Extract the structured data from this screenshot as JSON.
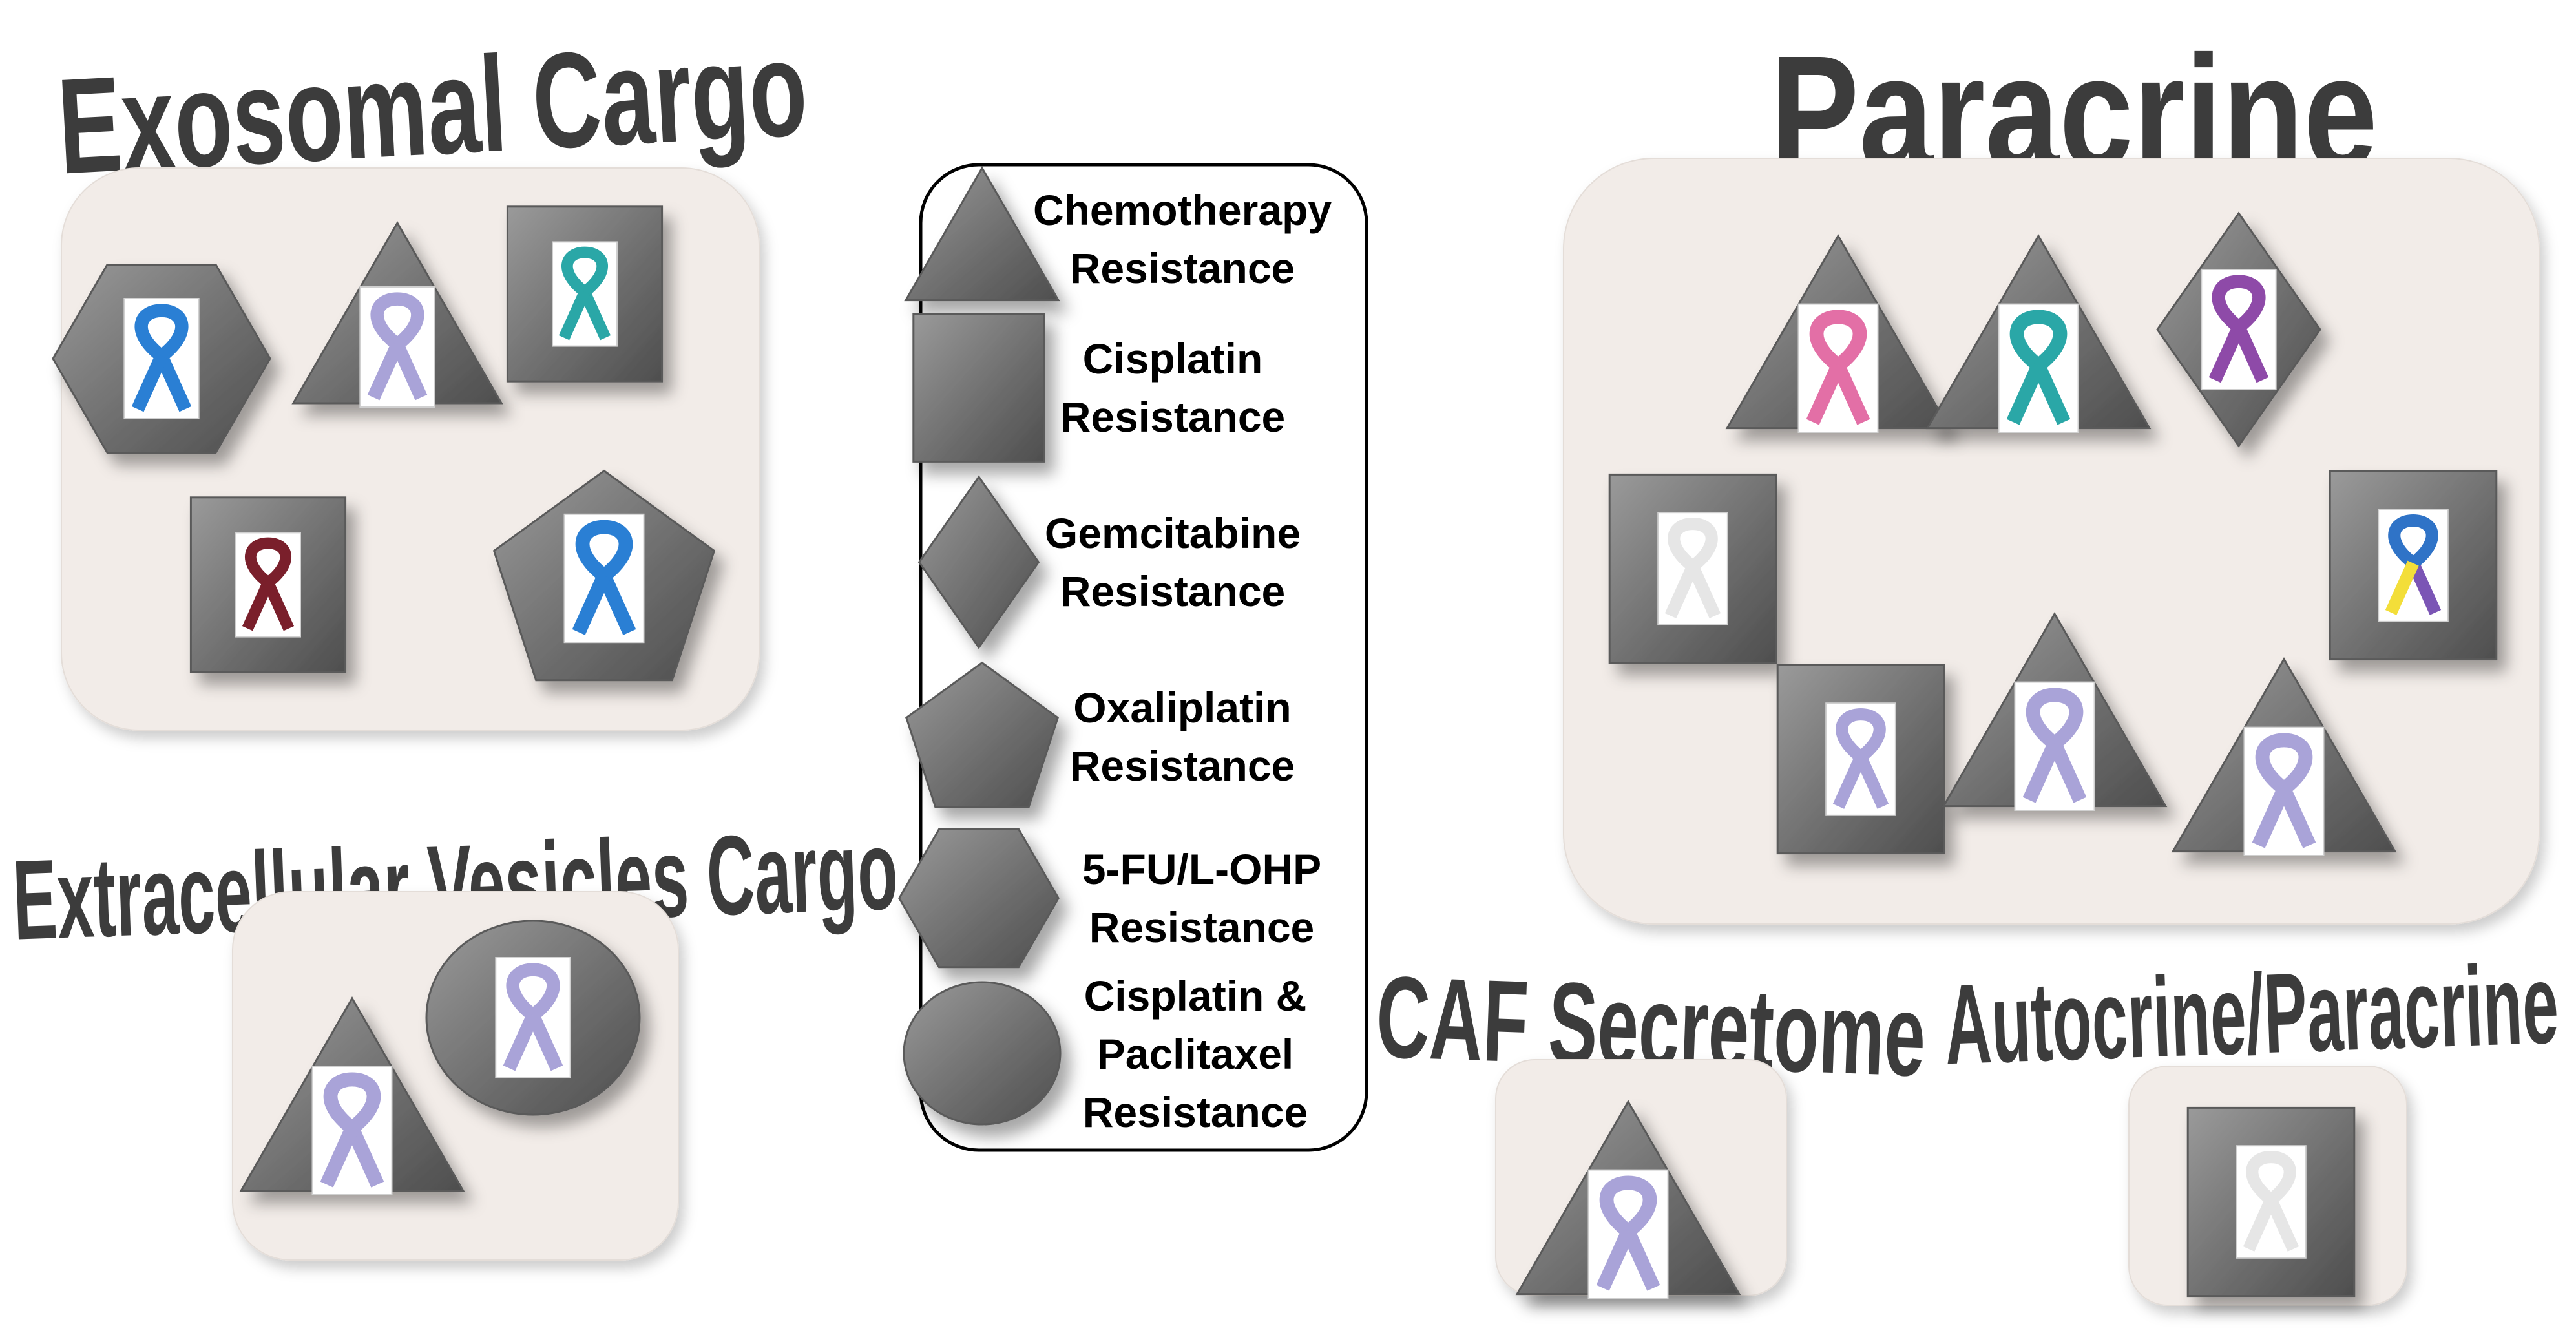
{
  "headings": {
    "exosomal_cargo": "Exosomal Cargo",
    "paracrine": "Paracrine",
    "ev_cargo": "Extracellular Vesicles Cargo",
    "caf_secretome": "CAF Secretome",
    "autocrine_paracrine": "Autocrine/Paracrine"
  },
  "legend": [
    {
      "shape": "triangle",
      "line1": "Chemotherapy",
      "line2": "Resistance"
    },
    {
      "shape": "square",
      "line1": "Cisplatin",
      "line2": "Resistance"
    },
    {
      "shape": "diamond",
      "line1": "Gemcitabine",
      "line2": "Resistance"
    },
    {
      "shape": "pentagon",
      "line1": "Oxaliplatin",
      "line2": "Resistance"
    },
    {
      "shape": "hexagon",
      "line1": "5-FU/L-OHP",
      "line2": "Resistance"
    },
    {
      "shape": "circle",
      "line1": "Cisplatin &",
      "line2": "Paclitaxel",
      "line3": "Resistance"
    }
  ],
  "ribbon_colors": {
    "blue": "#2a7fd4",
    "lavender": "#a9a3d8",
    "teal": "#2aa7a7",
    "burgundy": "#7a1f2b",
    "pink": "#e36fa6",
    "purple": "#8e4aa8",
    "white": "#e6e6e6",
    "blue_yellow_purple": [
      "#2f73c7",
      "#f3de39",
      "#7b55b5"
    ]
  },
  "ribbons": {
    "exosomal": [
      {
        "shape": "hexagon",
        "color": "blue"
      },
      {
        "shape": "triangle",
        "color": "lavender"
      },
      {
        "shape": "square",
        "color": "teal"
      },
      {
        "shape": "square",
        "color": "burgundy"
      },
      {
        "shape": "pentagon",
        "color": "blue"
      }
    ],
    "paracrine": [
      {
        "shape": "triangle",
        "color": "pink"
      },
      {
        "shape": "triangle",
        "color": "teal"
      },
      {
        "shape": "diamond",
        "color": "purple"
      },
      {
        "shape": "square",
        "color": "white"
      },
      {
        "shape": "square",
        "color": "blue_yellow_purple"
      },
      {
        "shape": "square",
        "color": "lavender"
      },
      {
        "shape": "triangle",
        "color": "lavender"
      },
      {
        "shape": "triangle",
        "color": "lavender"
      }
    ],
    "ev": [
      {
        "shape": "triangle",
        "color": "lavender"
      },
      {
        "shape": "circle",
        "color": "lavender"
      }
    ],
    "caf": [
      {
        "shape": "triangle",
        "color": "lavender"
      }
    ],
    "autocrine": [
      {
        "shape": "square",
        "color": "white"
      }
    ]
  }
}
